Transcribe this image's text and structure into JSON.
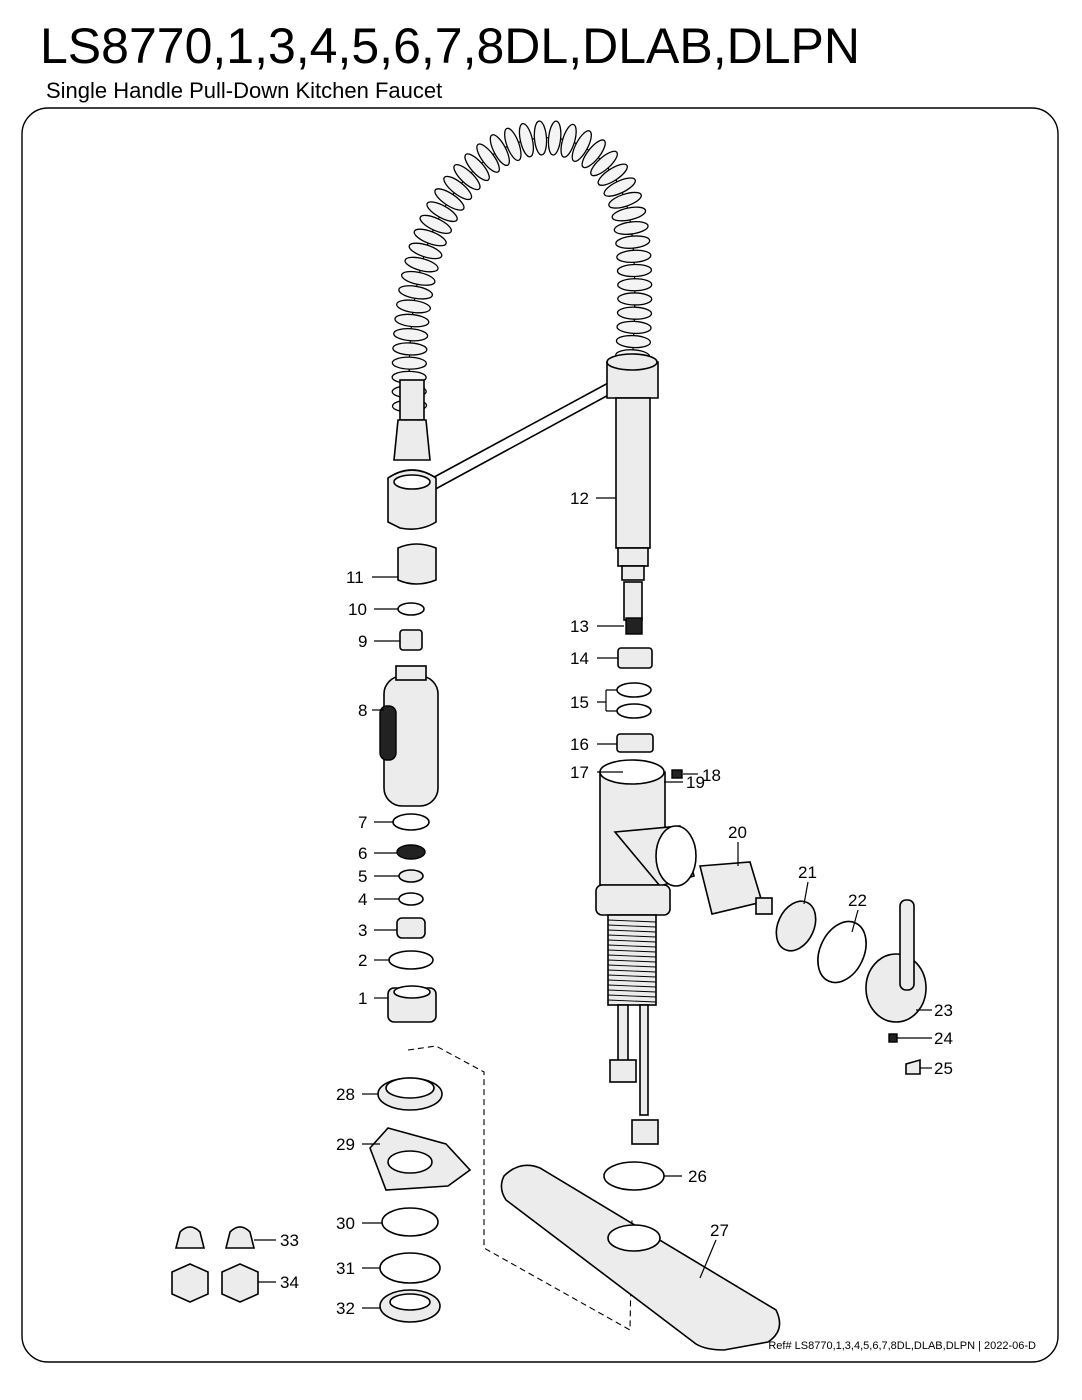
{
  "header": {
    "title": "LS8770,1,3,4,5,6,7,8DL,DLAB,DLPN",
    "subtitle": "Single Handle Pull-Down Kitchen Faucet"
  },
  "footer": {
    "reference": "Ref# LS8770,1,3,4,5,6,7,8DL,DLAB,DLPN | 2022-06-D"
  },
  "callouts": [
    "1",
    "2",
    "3",
    "4",
    "5",
    "6",
    "7",
    "8",
    "9",
    "10",
    "11",
    "12",
    "13",
    "14",
    "15",
    "16",
    "17",
    "18",
    "19",
    "20",
    "21",
    "22",
    "23",
    "24",
    "25",
    "26",
    "27",
    "28",
    "29",
    "30",
    "31",
    "32",
    "33",
    "34"
  ]
}
